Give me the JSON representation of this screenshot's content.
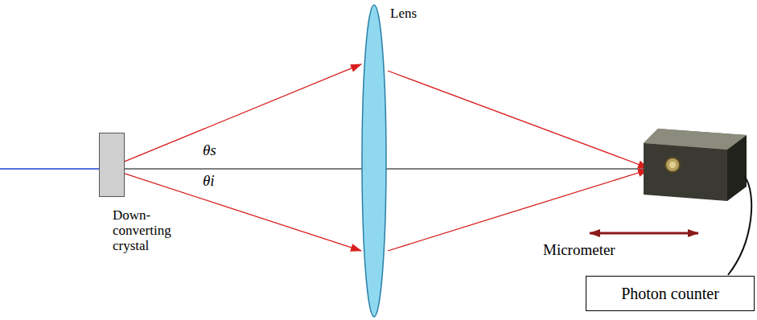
{
  "diagram": {
    "nodes": [
      {
        "text": [
          "Down- converting crystal"
        ]
      },
      {
        "text": [
          "Lens"
        ]
      },
      {
        "text": [
          "Photon counter"
        ]
      }
    ],
    "edges": [
      {
        "from": 0,
        "to": 1,
        "arrow": "to"
      },
      {
        "from": 0,
        "to": 1,
        "arrow": "to"
      }
    ],
    "labels": [
      "θs",
      "θi",
      "Micrometer"
    ]
  }
}
